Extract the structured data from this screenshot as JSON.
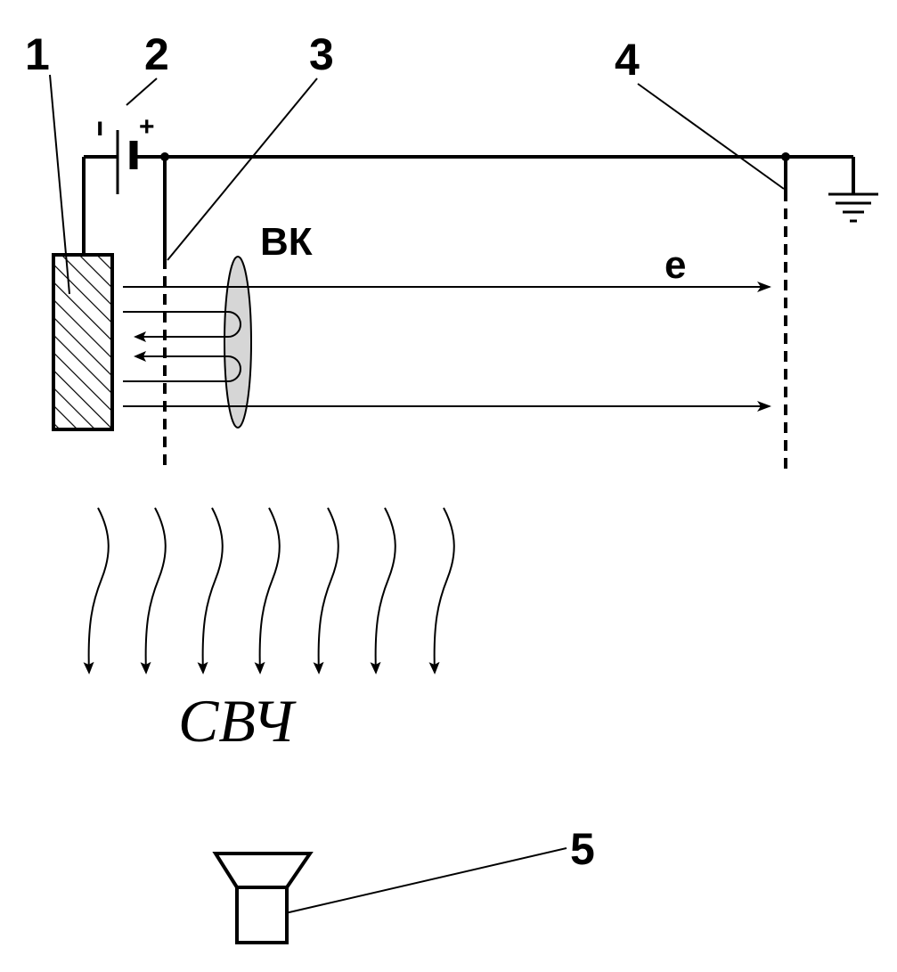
{
  "labels": {
    "n1": "1",
    "n2": "2",
    "n3": "3",
    "n4": "4",
    "n5": "5",
    "vk": "ВК",
    "e": "e",
    "minus": "ı",
    "plus": "+",
    "svch": "СВЧ"
  },
  "colors": {
    "line": "#000000",
    "background": "#ffffff",
    "cloud": "#d6d6d6"
  },
  "icons": {
    "source": "hatched-cathode",
    "battery": "battery-icon",
    "ground": "ground-icon",
    "detector": "horn-antenna-icon"
  }
}
